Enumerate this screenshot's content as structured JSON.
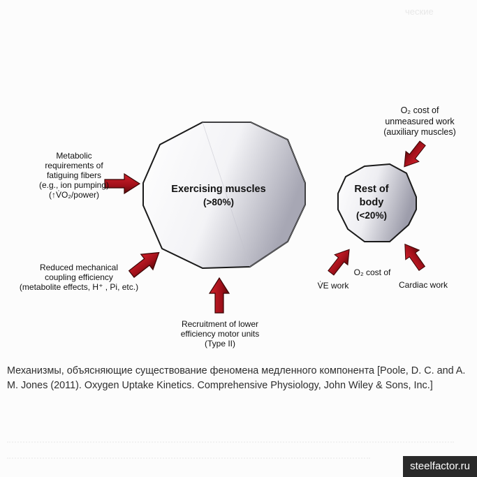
{
  "top_faint_text": "ческие",
  "diagram": {
    "exercising_muscles": {
      "line1": "Exercising muscles",
      "line2": "(>80%)"
    },
    "rest_of_body": {
      "line1": "Rest of",
      "line2": "body",
      "line3": "(<20%)"
    },
    "inputs": {
      "metabolic": "Metabolic\nrequirements of\nfatiguing fibers\n(e.g., ion pumping)\n(↑V̇O₂/power)",
      "coupling": "Reduced mechanical\ncoupling efficiency\n(metabolite effects, H⁺ , Pi, etc.)",
      "recruitment": "Recruitment of lower\nefficiency motor units\n(Type II)",
      "o2_unmeasured": "O₂ cost of\nunmeasured work\n(auxiliary muscles)",
      "o2_cost_of": "O₂ cost of",
      "ve_work": "V̇E work",
      "cardiac_work": "Cardiac work"
    },
    "colors": {
      "arrow": "#b5121b",
      "arrow_dark": "#5a0a0a",
      "outline": "#1a1a1a"
    }
  },
  "caption": "Механизмы, объясняющие существование феномена медленного компонента [Poole, D. C. and A. M. Jones (2011). Oxygen Uptake Kinetics. Comprehensive Physiology, John Wiley & Sons, Inc.]",
  "watermark": "steelfactor.ru"
}
